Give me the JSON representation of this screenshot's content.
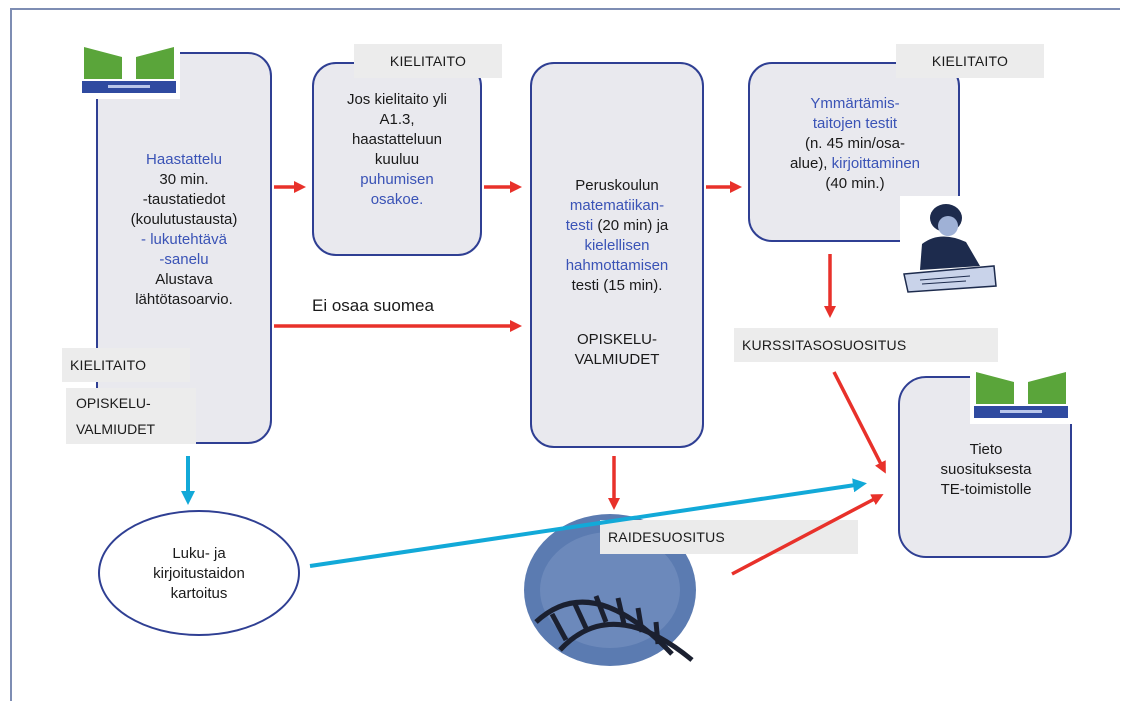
{
  "boxes": {
    "interview": {
      "l1": "Haastattelu",
      "l2": "30 min.",
      "l3": "-taustatiedot",
      "l4": "(koulutustausta)",
      "l5": "- lukutehtävä",
      "l6": "-sanelu",
      "l7": "Alustava",
      "l8": "lähtötasoarvio."
    },
    "speaking": {
      "l1": "Jos kielitaito yli",
      "l2": "A1.3,",
      "l3": "haastatteluun",
      "l4": "kuuluu",
      "l5": "puhumisen",
      "l6": "osakoe."
    },
    "math": {
      "l1": "Peruskoulun",
      "l2": "matematiikan-",
      "l3a": "testi",
      "l3b": " (20 min) ja",
      "l4": "kielellisen",
      "l5": "hahmottamisen",
      "l6": "testi (15 min).",
      "l7": "OPISKELU-",
      "l8": "VALMIUDET"
    },
    "comprehension": {
      "l1": "Ymmärtämis-",
      "l2": "taitojen testit",
      "l3": "(n. 45  min/osa-",
      "l4a": "alue), ",
      "l4b": "kirjoittaminen",
      "l5": "(40 min.)"
    },
    "info": {
      "l1": "Tieto",
      "l2": "suosituksesta",
      "l3": "TE-toimistolle"
    },
    "literacy": {
      "l1": "Luku- ja",
      "l2": "kirjoitustaidon",
      "l3": "kartoitus"
    }
  },
  "labels": {
    "kielitaito_top_mid": "KIELITAITO",
    "kielitaito_top_right": "KIELITAITO",
    "kielitaito_left": "KIELITAITO",
    "opiskelu_left_1": "OPISKELU-",
    "opiskelu_left_2": "VALMIUDET",
    "kurssitaso": "KURSSITASOSUOSITUS",
    "raide": "RAIDESUOSITUS",
    "ei_osaa": "Ei osaa suomea"
  },
  "colors": {
    "box_border": "#2f3f93",
    "box_fill": "#e9e9ee",
    "arrow_red": "#e8312a",
    "arrow_cyan": "#12a9d8",
    "accent_text": "#3a53b6",
    "logo_green": "#5aa53a"
  },
  "icons": [
    "logo-icon",
    "person-writing-icon",
    "railway-icon"
  ]
}
